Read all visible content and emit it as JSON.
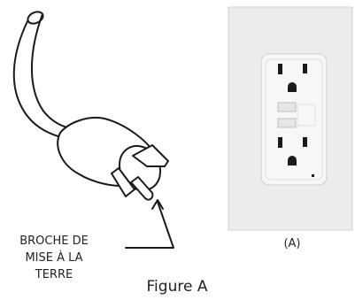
{
  "figure": {
    "caption": "Figure A",
    "panel_label": "(A)",
    "callout": {
      "lines": [
        "BROCHE DE",
        "MISE À LA",
        "TERRE"
      ]
    }
  },
  "icons": [
    "plug-icon",
    "gfci-outlet-icon",
    "ground-pin-arrow-icon"
  ],
  "colors": {
    "line": "#1a1a1a",
    "wallplate": "#ececea",
    "outlet": "#f7f7f5"
  }
}
